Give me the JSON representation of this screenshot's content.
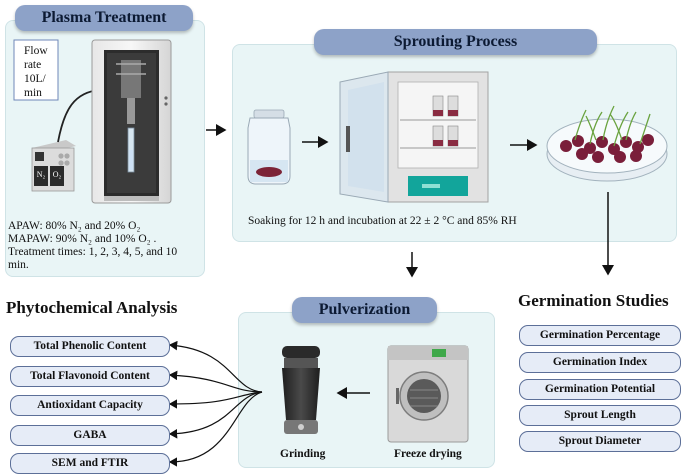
{
  "plasma": {
    "title": "Plasma Treatment",
    "flow_note": "Flow rate 10L/ min",
    "device_labels": [
      "N₂",
      "O₂"
    ],
    "apaw": "APAW: 80% N₂ and 20% O₂",
    "mapaw": "MAPAW: 90% N₂ and 10% O₂ .",
    "times": "Treatment times: 1, 2, 3, 4, 5, and 10 min."
  },
  "sprouting": {
    "title": "Sprouting Process",
    "caption": "Soaking for 12 h and incubation at 22 ± 2 °C and 85% RH"
  },
  "pulverization": {
    "title": "Pulverization",
    "grinding": "Grinding",
    "freeze": "Freeze drying"
  },
  "phytochemical": {
    "title": "Phytochemical Analysis",
    "items": [
      "Total Phenolic Content",
      "Total Flavonoid Content",
      "Antioxidant Capacity",
      "GABA",
      "SEM and FTIR"
    ]
  },
  "germination": {
    "title": "Germination Studies",
    "items": [
      "Germination Percentage",
      "Germination Index",
      "Germination Potential",
      "Sprout Length",
      "Sprout Diameter"
    ]
  },
  "colors": {
    "panel_bg": "#e9f5f6",
    "pill": "#8da2c8",
    "box_bg": "#e6ecf7",
    "box_border": "#5c6f98"
  }
}
